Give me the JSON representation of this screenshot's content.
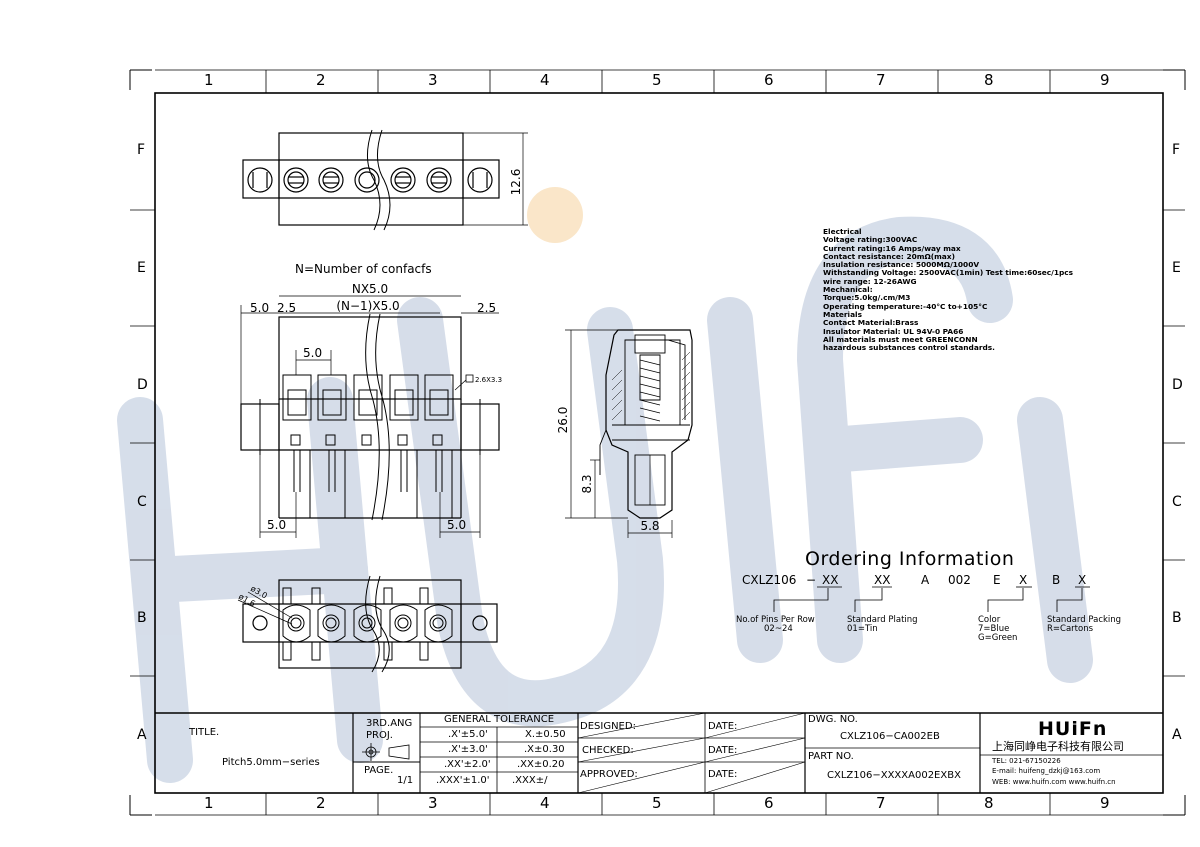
{
  "grid": {
    "columns": [
      "1",
      "2",
      "3",
      "4",
      "5",
      "6",
      "7",
      "8",
      "9"
    ],
    "rows": [
      "F",
      "E",
      "D",
      "C",
      "B",
      "A"
    ]
  },
  "watermark": {
    "text": "HUIFN",
    "color": "#c7d2e3"
  },
  "drawing": {
    "contacts_label": "N=Number of confacfs",
    "dims": {
      "height_top": "12.6",
      "nx": "NX5.0",
      "n1x": "(N−1)X5.0",
      "left5": "5.0",
      "left25": "2.5",
      "right25": "2.5",
      "pitch": "5.0",
      "hole": "2.6X3.3",
      "bot_left": "5.0",
      "bot_right": "5.0",
      "side_h": "26.0",
      "side_h2": "8.3",
      "side_w": "5.8",
      "d3": "ø3.0",
      "d16": "ø1.6"
    }
  },
  "specs": [
    "Electrical",
    "Voltage rating:300VAC",
    "Current rating:16 Amps/way max",
    "Contact resistance: 20mΩ(max)",
    "Insulation resistance: 5000MΩ/1000V",
    "Withstanding Voltage: 2500VAC(1min) Test time:60sec/1pcs",
    "wire range: 12-26AWG",
    "Mechanical:",
    "Torque:5.0kg/.cm/M3",
    "Operating temperature:-40°C to+105°C",
    "Materials",
    "Contact Material:Brass",
    "Insulator Material: UL 94V-0 PA66",
    "All materials must meet GREENCONN",
    "hazardous substances control standards."
  ],
  "ordering": {
    "title": "Ordering Information",
    "code": {
      "prefix": "CXLZ106",
      "dash": "−",
      "xx1": "XX",
      "xx2": "XX",
      "a": "A",
      "n002": "002",
      "e": "E",
      "x1": "X",
      "b": "B",
      "x2": "X"
    },
    "pins_label": "No.of Pins Per Row",
    "pins_value": "02~24",
    "plating_label": "Standard Plating",
    "plating_value": "01=Tin",
    "color_label": "Color",
    "color_blue": "7=Blue",
    "color_green": "G=Green",
    "packing_label": "Standard Packing",
    "packing_value": "R=Cartons"
  },
  "title_block": {
    "title_label": "TITLE.",
    "title_value": "Pitch5.0mm−series",
    "proj1": "3RD.ANG",
    "proj2": "PROJ.",
    "page_label": "PAGE.",
    "page_value": "1/1",
    "tol_title": "GENERAL  TOLERANCE",
    "tol": [
      [
        ".X'±5.0'",
        "X.±0.50"
      ],
      [
        ".X'±3.0'",
        ".X±0.30"
      ],
      [
        ".XX'±2.0'",
        ".XX±0.20"
      ],
      [
        ".XXX'±1.0'",
        ".XXX±/"
      ]
    ],
    "designed": "DESIGNED:",
    "checked": "CHECKED:",
    "approved": "APPROVED:",
    "date": "DATE:",
    "dwg_label": "DWG.  NO.",
    "dwg_value": "CXLZ106−CA002EB",
    "part_label": "PART  NO.",
    "part_value": "CXLZ106−XXXXA002EXBX",
    "logo": "HUiFn",
    "company": "上海同峥电子科技有限公司",
    "tel": "TEL: 021-67150226",
    "email": "E-mail: huifeng_dzkj@163.com",
    "web": "WEB: www.huifn.com   www.huifn.cn"
  }
}
